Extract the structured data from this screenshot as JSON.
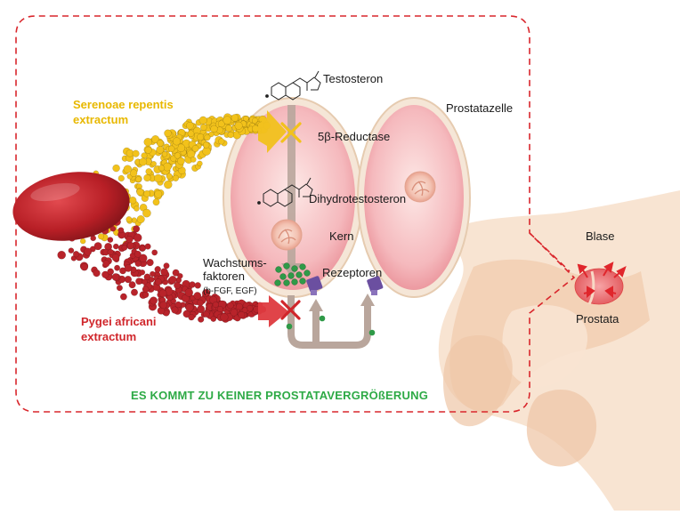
{
  "colors": {
    "dashed_frame": "#d9262c",
    "serenoa": "#f2c21b",
    "pygeum": "#b8232a",
    "cell_fill": "#f6c4c6",
    "cell_border": "#e8c9a6",
    "flow_arrow": "#b7a49a",
    "growth_factor": "#2f9a48",
    "receptor": "#6b4fa0",
    "block_cross_yellow": "#f2c21b",
    "block_cross_red": "#d0262b",
    "body_silhouette": "#f3d3b6",
    "footer_text": "#2eaa46"
  },
  "labels": {
    "testosteron": "Testosteron",
    "prostatazelle": "Prostatazelle",
    "reductase": "5β-Reductase",
    "dihydrotestosteron": "Dihydrotestosteron",
    "kern": "Kern",
    "wachstums_line1": "Wachstums-",
    "wachstums_line2": "faktoren",
    "wachstums_line3": "(b-FGF, EGF)",
    "rezeptoren": "Rezeptoren",
    "serenoa": "Serenoae repentis extractum",
    "pygeum": "Pygei africani extractum",
    "blase": "Blase",
    "prostata": "Prostata",
    "footer": "ES KOMMT ZU KEINER PROSTATAVERGRÖßERUNG"
  },
  "icons": {
    "capsule": "capsule-icon",
    "steroid": "steroid-molecule-icon",
    "block_yellow": "yellow-cross-icon",
    "block_red": "red-cross-icon"
  }
}
